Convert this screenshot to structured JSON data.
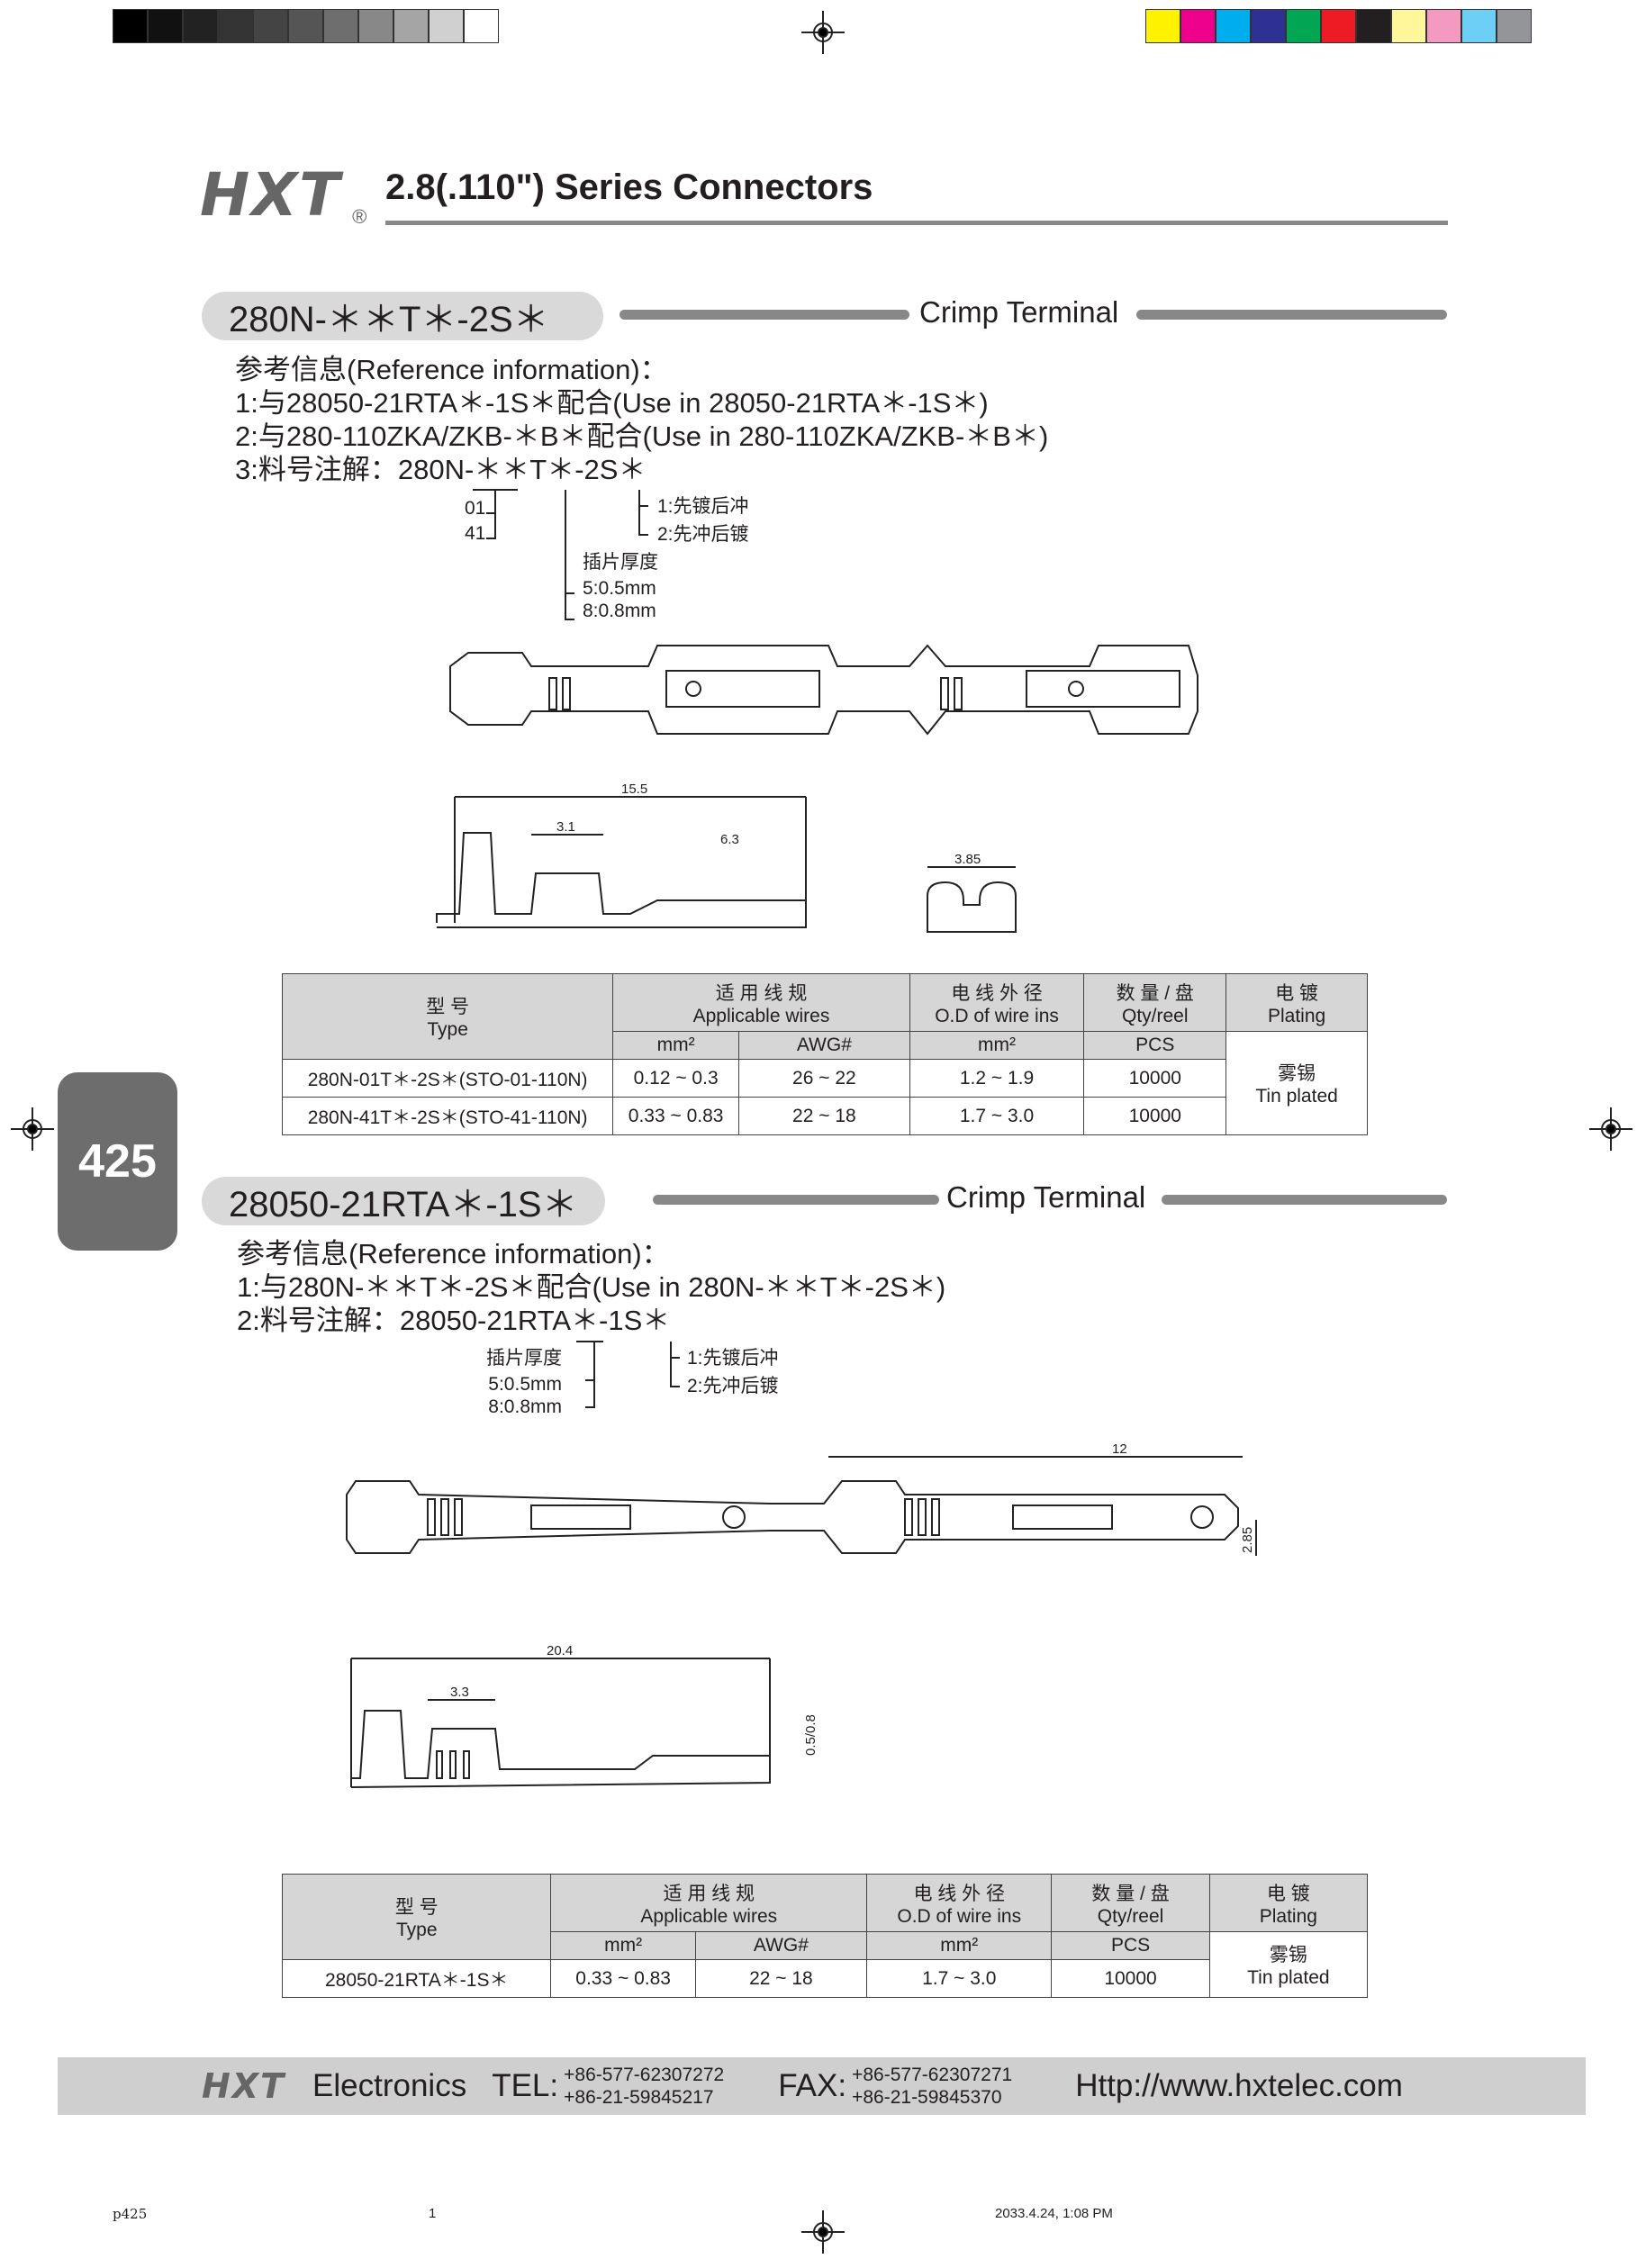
{
  "header": {
    "logo": "HXT",
    "registered": "®",
    "title": "2.8(.110\") Series Connectors"
  },
  "color_bar": {
    "grays": [
      "#000000",
      "#111111",
      "#222222",
      "#333333",
      "#444444",
      "#555555",
      "#6e6e6e",
      "#888888",
      "#a5a5a5",
      "#d0d0d0",
      "#ffffff"
    ],
    "colors": [
      "#fff200",
      "#ec008c",
      "#00aeef",
      "#2e3192",
      "#00a651",
      "#ed1c24",
      "#231f20",
      "#fff799",
      "#f49ac1",
      "#6dcff6",
      "#939598"
    ]
  },
  "side_tab": {
    "page_number": "425"
  },
  "section1": {
    "part": "280N-＊＊T＊-2S＊",
    "category": "Crimp Terminal",
    "reference": [
      "参考信息(Reference information)：",
      "1:与28050-21RTA＊-1S＊配合(Use in 28050-21RTA＊-1S＊)",
      "2:与280-110ZKA/ZKB-＊B＊配合(Use in 280-110ZKA/ZKB-＊B＊)",
      "3:料号注解：280N-＊＊T＊-2S＊"
    ],
    "legend": {
      "codes": [
        "01",
        "41"
      ],
      "plating": [
        "1:先镀后冲",
        "2:先冲后镀"
      ],
      "thickness_title": "插片厚度",
      "thickness": [
        "5:0.5mm",
        "8:0.8mm"
      ]
    },
    "dimensions": {
      "length": "15.5",
      "d1": "3.1",
      "d2": "6.3",
      "width": "3.85"
    },
    "table": {
      "headers": {
        "type_cn": "型 号",
        "type_en": "Type",
        "wires_cn": "适 用 线 规",
        "wires_en": "Applicable wires",
        "od_cn": "电 线 外 径",
        "od_en": "O.D of wire ins",
        "qty_cn": "数 量 / 盘",
        "qty_en": "Qty/reel",
        "plating_cn": "电 镀",
        "plating_en": "Plating"
      },
      "units": {
        "mm2": "mm²",
        "awg": "AWG#",
        "od": "mm²",
        "pcs": "PCS"
      },
      "rows": [
        {
          "type": "280N-01T＊-2S＊(STO-01-110N)",
          "mm2": "0.12 ~ 0.3",
          "awg": "26 ~ 22",
          "od": "1.2 ~ 1.9",
          "qty": "10000"
        },
        {
          "type": "280N-41T＊-2S＊(STO-41-110N)",
          "mm2": "0.33 ~ 0.83",
          "awg": "22 ~ 18",
          "od": "1.7 ~ 3.0",
          "qty": "10000"
        }
      ],
      "plating_cn": "雾锡",
      "plating_en": "Tin plated"
    }
  },
  "section2": {
    "part": "28050-21RTA＊-1S＊",
    "category": "Crimp Terminal",
    "reference": [
      "参考信息(Reference information)：",
      "1:与280N-＊＊T＊-2S＊配合(Use in 280N-＊＊T＊-2S＊)",
      "2:料号注解：28050-21RTA＊-1S＊"
    ],
    "legend": {
      "thickness_title": "插片厚度",
      "thickness": [
        "5:0.5mm",
        "8:0.8mm"
      ],
      "plating": [
        "1:先镀后冲",
        "2:先冲后镀"
      ]
    },
    "dimensions": {
      "d12": "12",
      "h": "2.85",
      "length": "20.4",
      "d1": "3.3",
      "t": "0.5/0.8"
    },
    "table": {
      "row": {
        "type": "28050-21RTA＊-1S＊",
        "mm2": "0.33 ~ 0.83",
        "awg": "22 ~ 18",
        "od": "1.7 ~ 3.0",
        "qty": "10000"
      },
      "plating_cn": "雾锡",
      "plating_en": "Tin plated"
    }
  },
  "footer": {
    "logo": "HXT",
    "company": "Electronics",
    "tel_label": "TEL:",
    "tel": [
      "+86-577-62307272",
      "+86-21-59845217"
    ],
    "fax_label": "FAX:",
    "fax": [
      "+86-577-62307271",
      "+86-21-59845370"
    ],
    "url": "Http://www.hxtelec.com"
  },
  "print_meta": {
    "file": "p425",
    "page": "1",
    "timestamp": "2033.4.24, 1:08 PM"
  }
}
